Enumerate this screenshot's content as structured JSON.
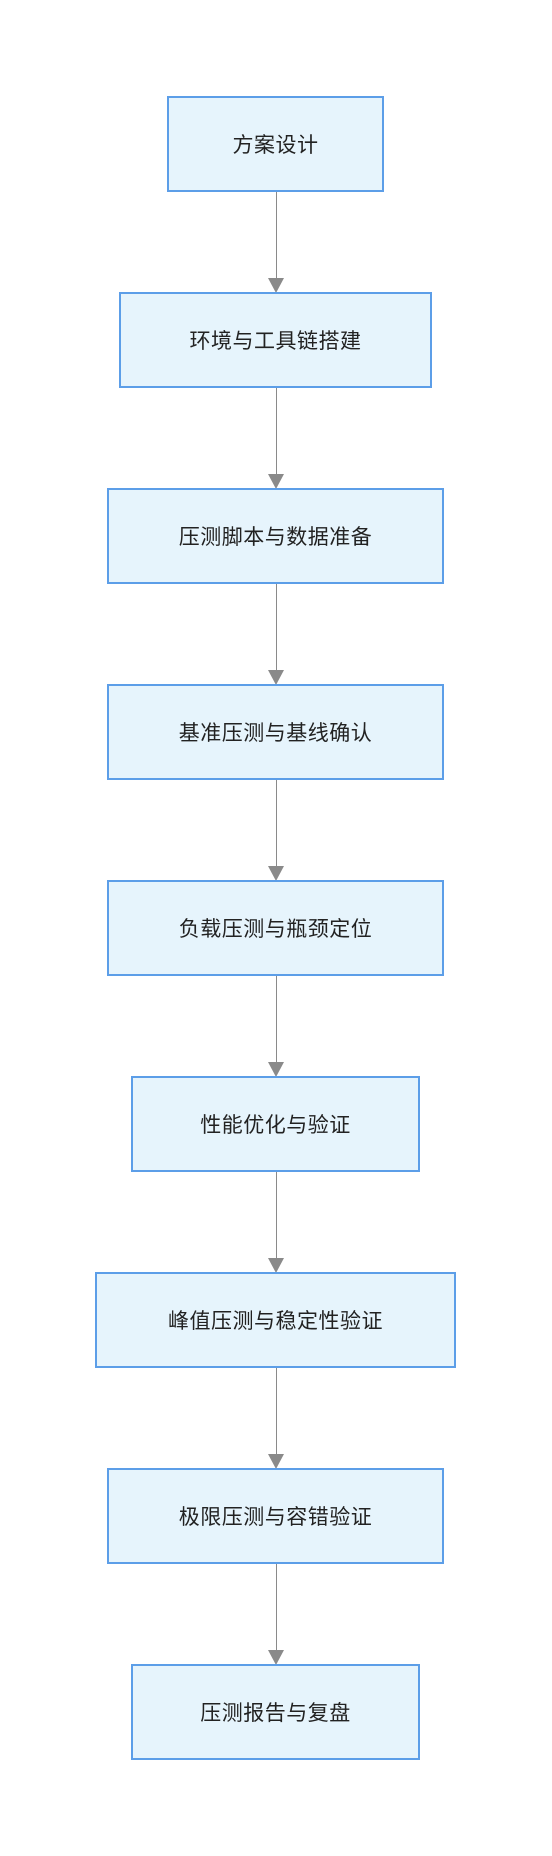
{
  "flowchart": {
    "steps": [
      {
        "label": "方案设计"
      },
      {
        "label": "环境与工具链搭建"
      },
      {
        "label": "压测脚本与数据准备"
      },
      {
        "label": "基准压测与基线确认"
      },
      {
        "label": "负载压测与瓶颈定位"
      },
      {
        "label": "性能优化与验证"
      },
      {
        "label": "峰值压测与稳定性验证"
      },
      {
        "label": "极限压测与容错验证"
      },
      {
        "label": "压测报告与复盘"
      }
    ]
  },
  "colors": {
    "node_fill": "#e6f4fc",
    "node_border": "#5c9ee8",
    "arrow": "#8a8a8a",
    "text": "#222222"
  }
}
